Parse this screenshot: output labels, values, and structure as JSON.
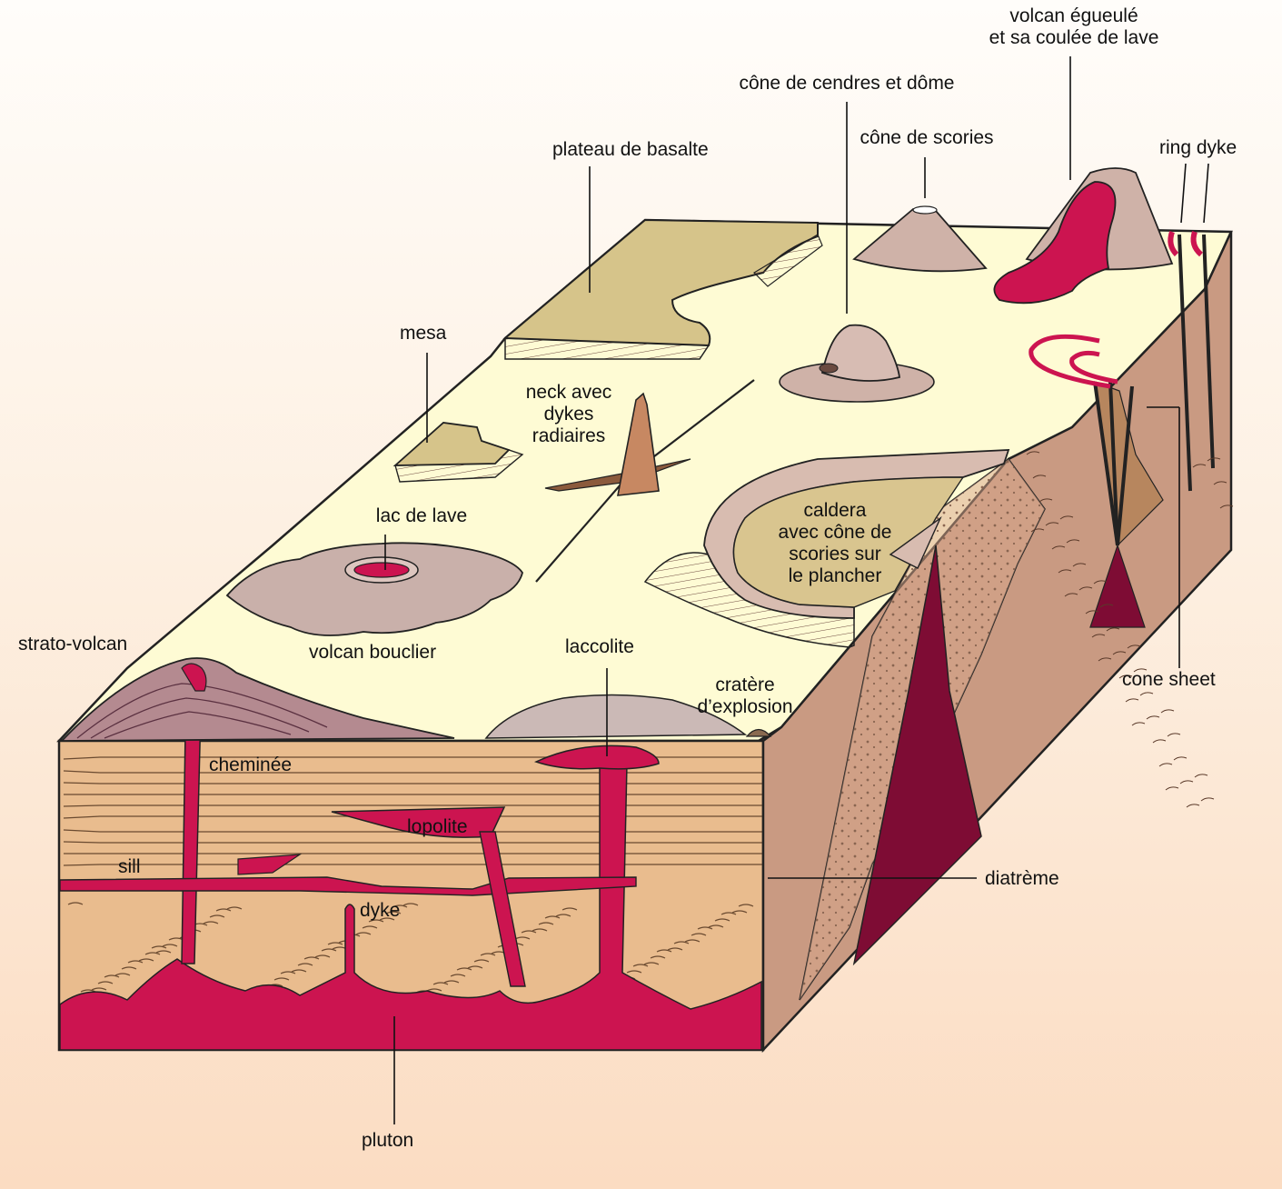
{
  "labels": {
    "volcan_egueule": "volcan égueulé\net sa coulée de lave",
    "cone_cendres_dome": "cône de cendres et dôme",
    "cone_scories": "cône de scories",
    "ring_dyke": "ring dyke",
    "plateau_basalte": "plateau de basalte",
    "mesa": "mesa",
    "neck": "neck avec\ndykes\nradiaires",
    "lac_de_lave": "lac de lave",
    "caldera": "caldera\navec cône de\nscories sur\nle plancher",
    "strato_volcan": "strato-volcan",
    "volcan_bouclier": "volcan bouclier",
    "laccolite": "laccolite",
    "cratere": "cratère\nd’explosion",
    "cone_sheet": "cone sheet",
    "cheminee": "cheminée",
    "lopolite": "lopolite",
    "sill": "sill",
    "dyke": "dyke",
    "diatreme": "diatrème",
    "pluton": "pluton"
  },
  "colors": {
    "background_top": "#fffdfa",
    "background_bottom": "#fbdcc2",
    "surface": "#fefbd4",
    "sediment": "#e9bc8e",
    "magma": "#cc1450",
    "basalt": "#d6c48a",
    "cone": "#cfb2a8",
    "cliff": "#c99a82",
    "dark_magma": "#7e0c34",
    "ink": "#2a1a14"
  }
}
